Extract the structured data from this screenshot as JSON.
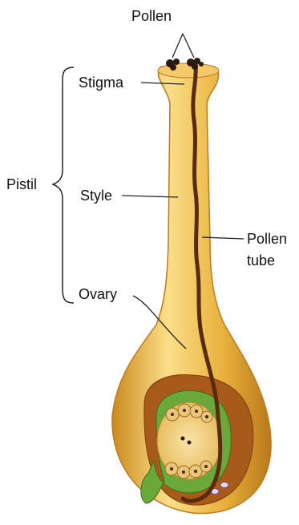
{
  "labels": {
    "pollen": "Pollen",
    "stigma": "Stigma",
    "pistil": "Pistil",
    "style": "Style",
    "pollen_tube_line1": "Pollen",
    "pollen_tube_line2": "tube",
    "ovary": "Ovary"
  },
  "colors": {
    "pistil_body": "#E8B13C",
    "pistil_highlight": "#FBDF88",
    "pistil_shadow": "#C98A1E",
    "pollen_tube": "#5A2A0E",
    "ovule_green": "#6BA83A",
    "ovule_inner": "#F2D28A",
    "cavity": "#A85A1A",
    "pollen_grain": "#2B1A12",
    "leader_line": "#222222"
  }
}
